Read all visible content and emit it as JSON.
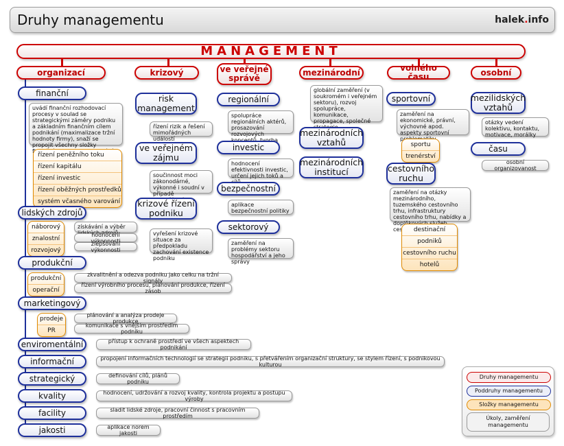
{
  "title": "Druhy managementu",
  "brand": {
    "name": "halek",
    "dot": ".",
    "tld": "info"
  },
  "root": "MANAGEMENT",
  "types": {
    "organizaci": "organizací",
    "krizovy": "krizový",
    "verejna": "ve veřejné správě",
    "mezinarodni": "mezinárodní",
    "volny": "volného času",
    "osobni": "osobní"
  },
  "org": {
    "financni": {
      "label": "finanční",
      "note": "uvádí finanční rozhodovací procesy v soulad se strategickými záměry podniku a základním finančním cílem podnikání (maximalizace tržní hodnoty firmy), snaží se propojit všechny složky finančního aspektu podnikání",
      "items": [
        "řízení peněžního toku",
        "řízení kapitálu",
        "řízení investic",
        "řízení oběžných prostředků",
        "systém včasného varování"
      ]
    },
    "lidskych": {
      "label": "lidských zdrojů",
      "items": [
        "náborový",
        "znalostní",
        "rozvojový"
      ],
      "notes": [
        "získávání a výběr lidských zdrojů",
        "hodnocení výkonnosti",
        "zlepšování výkonnosti"
      ]
    },
    "produkcni": {
      "label": "produkční",
      "items": [
        "produkční",
        "operační"
      ],
      "notes": [
        "zkvalitnění a odezva podniku jako celku na tržní signály",
        "řízení výrobního procesu, plánování produkce, řízení zásob"
      ]
    },
    "marketing": {
      "label": "marketingový",
      "items": [
        "prodeje",
        "PR"
      ],
      "notes": [
        "plánování a analýza prodeje produkce",
        "komunikace s vnějším prostředím podniku"
      ]
    },
    "env": {
      "label": "enviromentální",
      "note": "přístup k ochraně prostředí ve všech aspektech podnikání"
    },
    "info": {
      "label": "informační",
      "note": "propojení informačních technologií se strategii podniku, s přetvářením organizační struktury, se stylem řízení, s podnikovou kulturou"
    },
    "strat": {
      "label": "strategický",
      "note": "definování cílů, plánů podniku"
    },
    "kval": {
      "label": "kvality",
      "note": "hodnocení, udržování a rozvoj kvality, kontrola projektu a postupu výroby"
    },
    "facility": {
      "label": "facility",
      "note": "sladit lidské zdroje, pracovní činnost s pracovním prostředím"
    },
    "jakosti": {
      "label": "jakosti",
      "note": "aplikace norem jakosti"
    }
  },
  "krizovy": {
    "risk": {
      "label": "risk management",
      "note": "řízení rizik a řešení mimořádných událostí"
    },
    "verej": {
      "label": "ve veřejném zájmu",
      "note": "součinnost moci zákonodárné, výkonné i soudní v případě mimořádných situací"
    },
    "rizeni": {
      "label": "krizové řízení podniku",
      "note": "vyřešení krizové situace za předpokladu zachování existence podniku"
    }
  },
  "verejna": {
    "reg": {
      "label": "regionální",
      "note": "spolupráce regionálních aktérů, prosazování rozvojových konceptů, tvorba nových projektů"
    },
    "inv": {
      "label": "investic",
      "note": "hodnocení efektivnosti investic, určení jejich toků a cílů"
    },
    "bez": {
      "label": "bezpečnostní",
      "note": "aplikace bezpečnostní politiky"
    },
    "sek": {
      "label": "sektorový",
      "note": "zaměření na problémy sektoru hospodářství a jeho správy"
    }
  },
  "mezi": {
    "note": "globální zaměření (v soukromém i veřejném sektoru), rozvoj spolupráce, komunikace, propagace, společné strategie",
    "vztahu": "mezinárodních vztahů",
    "instituci": "mezinárodních institucí"
  },
  "volny": {
    "sport": {
      "label": "sportovní",
      "note": "zaměření na ekonomické, právní, výchovné apod. aspekty sportovní problematiky",
      "items": [
        "sportu",
        "trenérství"
      ]
    },
    "cest": {
      "label": "cestovního ruchu",
      "note": "zaměření na otázky mezinárodního, tuzemského cestovního trhu, infrastruktury cestovního trhu, nabídky a doplňkových služeb cestovního trhu",
      "items": [
        "destinační",
        "podniků",
        "cestovního ruchu",
        "hotelů"
      ]
    }
  },
  "osobni": {
    "vzt": {
      "label": "mezilidských vztahů",
      "note": "otázky vedení kolektivu, kontaktu, motivace, morálky"
    },
    "cas": {
      "label": "času",
      "note": "osobní organizovanost"
    }
  },
  "legend": {
    "druhy": "Druhy managementu",
    "poddruhy": "Poddruhy managementu",
    "slozky": "Složky managementu",
    "ukoly": "Úkoly, zaměření managementu"
  }
}
